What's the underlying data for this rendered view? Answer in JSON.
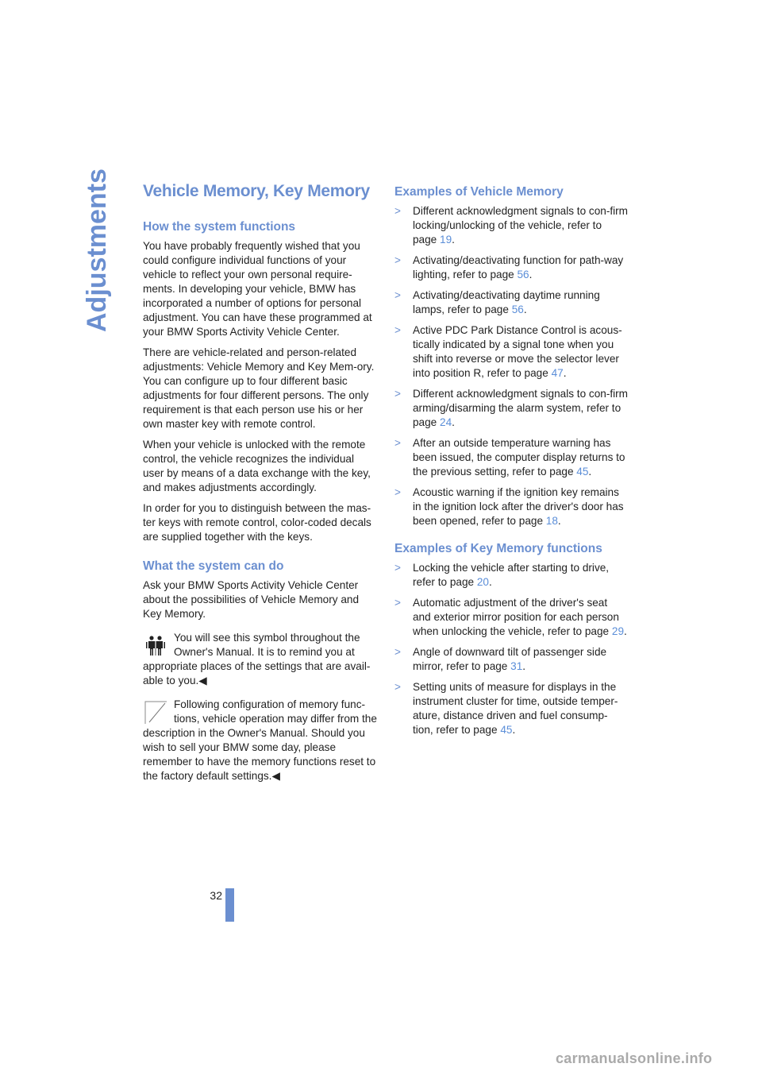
{
  "side_tab": "Adjustments",
  "page_number": "32",
  "title": "Vehicle Memory, Key Memory",
  "left": {
    "s1_heading": "How the system functions",
    "s1_p1": "You have probably frequently wished that you could configure individual functions of your vehicle to reflect your own personal require-ments. In developing your vehicle, BMW has incorporated a number of options for personal adjustment. You can have these programmed at your BMW Sports Activity Vehicle Center.",
    "s1_p2": "There are vehicle-related and person-related adjustments: Vehicle Memory and Key Mem-ory. You can configure up to four different basic adjustments for four different persons. The only requirement is that each person use his or her own master key with remote control.",
    "s1_p3": "When your vehicle is unlocked with the remote control, the vehicle recognizes the individual user by means of a data exchange with the key, and makes adjustments accordingly.",
    "s1_p4": "In order for you to distinguish between the mas-ter keys with remote control, color-coded decals are supplied together with the keys.",
    "s2_heading": "What the system can do",
    "s2_p1": "Ask your BMW Sports Activity Vehicle Center about the possibilities of Vehicle Memory and Key Memory.",
    "note1": "You will see this symbol throughout the Owner's Manual. It is to remind you at appropriate places of the settings that are avail-able to you.◀",
    "note2": "Following configuration of memory func-tions, vehicle operation may differ from the description in the Owner's Manual. Should you wish to sell your BMW some day, please remember to have the memory functions reset to the factory default settings.◀"
  },
  "right": {
    "vm_heading": "Examples of Vehicle Memory",
    "vm_items": [
      {
        "text": "Different acknowledgment signals to con-firm locking/unlocking of the vehicle, refer to page ",
        "page": "19"
      },
      {
        "text": "Activating/deactivating function for path-way lighting, refer to page ",
        "page": "56"
      },
      {
        "text": "Activating/deactivating daytime running lamps, refer to page ",
        "page": "56"
      },
      {
        "text": "Active PDC Park Distance Control is acous-tically indicated by a signal tone when you shift into reverse or move the selector lever into position R, refer to page ",
        "page": "47"
      },
      {
        "text": "Different acknowledgment signals to con-firm arming/disarming the alarm system, refer to page ",
        "page": "24"
      },
      {
        "text": "After an outside temperature warning has been issued, the computer display returns to the previous setting, refer to page ",
        "page": "45"
      },
      {
        "text": "Acoustic warning if the ignition key remains in the ignition lock after the driver's door has been opened, refer to page ",
        "page": "18"
      }
    ],
    "km_heading": "Examples of Key Memory functions",
    "km_items": [
      {
        "text": "Locking the vehicle after starting to drive, refer to page ",
        "page": "20"
      },
      {
        "text": "Automatic adjustment of the driver's seat and exterior mirror position for each person when unlocking the vehicle, refer to page ",
        "page": "29"
      },
      {
        "text": "Angle of downward tilt of passenger side mirror, refer to page ",
        "page": "31"
      },
      {
        "text": "Setting units of measure for displays in the instrument cluster for time, outside temper-ature, distance driven and fuel consump-tion, refer to page ",
        "page": "45"
      }
    ],
    "bullet": ">",
    "period": "."
  },
  "watermark": "carmanualsonline.info"
}
